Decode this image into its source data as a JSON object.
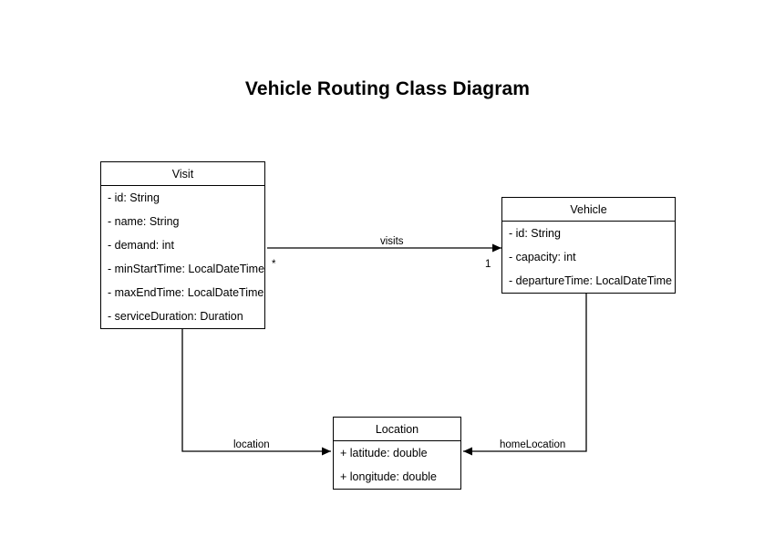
{
  "diagram": {
    "title": "Vehicle Routing Class Diagram",
    "background_color": "#ffffff",
    "line_color": "#000000",
    "text_color": "#000000"
  },
  "classes": [
    {
      "id": "visit",
      "name": "Visit",
      "attributes": [
        "- id: String",
        "- name: String",
        "- demand: int",
        "- minStartTime: LocalDateTime",
        "- maxEndTime: LocalDateTime",
        "- serviceDuration: Duration"
      ]
    },
    {
      "id": "vehicle",
      "name": "Vehicle",
      "attributes": [
        "- id: String",
        "- capacity: int",
        "- departureTime: LocalDateTime"
      ]
    },
    {
      "id": "location",
      "name": "Location",
      "attributes": [
        "+ latitude: double",
        "+ longitude: double"
      ]
    }
  ],
  "relationships": [
    {
      "id": "visits",
      "label": "visits",
      "from": "Vehicle",
      "to": "Visit",
      "source_multiplicity": "1",
      "target_multiplicity": "*",
      "arrow": "open-directed"
    },
    {
      "id": "location",
      "label": "location",
      "from": "Visit",
      "to": "Location",
      "source_multiplicity": "",
      "target_multiplicity": "",
      "arrow": "open-directed"
    },
    {
      "id": "homeLocation",
      "label": "homeLocation",
      "from": "Vehicle",
      "to": "Location",
      "source_multiplicity": "",
      "target_multiplicity": "",
      "arrow": "open-directed"
    }
  ]
}
